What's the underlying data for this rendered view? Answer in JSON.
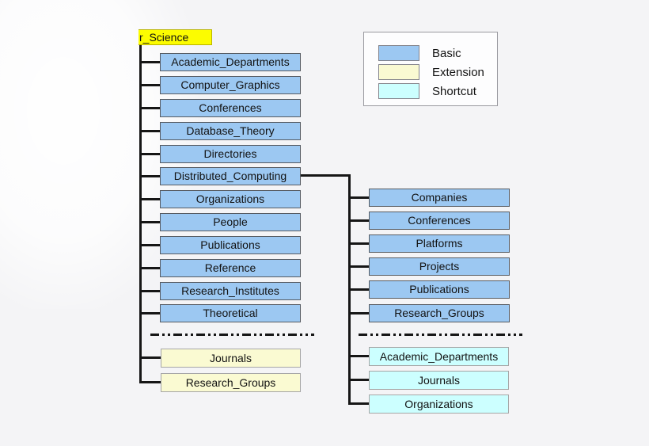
{
  "tree": {
    "root_label": "r_Science",
    "left": {
      "basic": [
        "Academic_Departments",
        "Computer_Graphics",
        "Conferences",
        "Database_Theory",
        "Directories",
        "Distributed_Computing",
        "Organizations",
        "People",
        "Publications",
        "Reference",
        "Research_Institutes",
        "Theoretical"
      ],
      "extension": [
        "Journals",
        "Research_Groups"
      ]
    },
    "right": {
      "branch_parent": "Distributed_Computing",
      "basic": [
        "Companies",
        "Conferences",
        "Platforms",
        "Projects",
        "Publications",
        "Research_Groups"
      ],
      "shortcut": [
        "Academic_Departments",
        "Journals",
        "Organizations"
      ]
    }
  },
  "legend": {
    "items": [
      {
        "label": "Basic",
        "color": "#9cc8f2"
      },
      {
        "label": "Extension",
        "color": "#fafad2"
      },
      {
        "label": "Shortcut",
        "color": "#ccffff"
      }
    ]
  },
  "colors": {
    "basic_fill": "#9cc8f2",
    "extension_fill": "#fafad2",
    "shortcut_fill": "#ccffff",
    "root_highlight": "#fcfc00",
    "line": "#161616",
    "background": "#f4f4f6"
  }
}
